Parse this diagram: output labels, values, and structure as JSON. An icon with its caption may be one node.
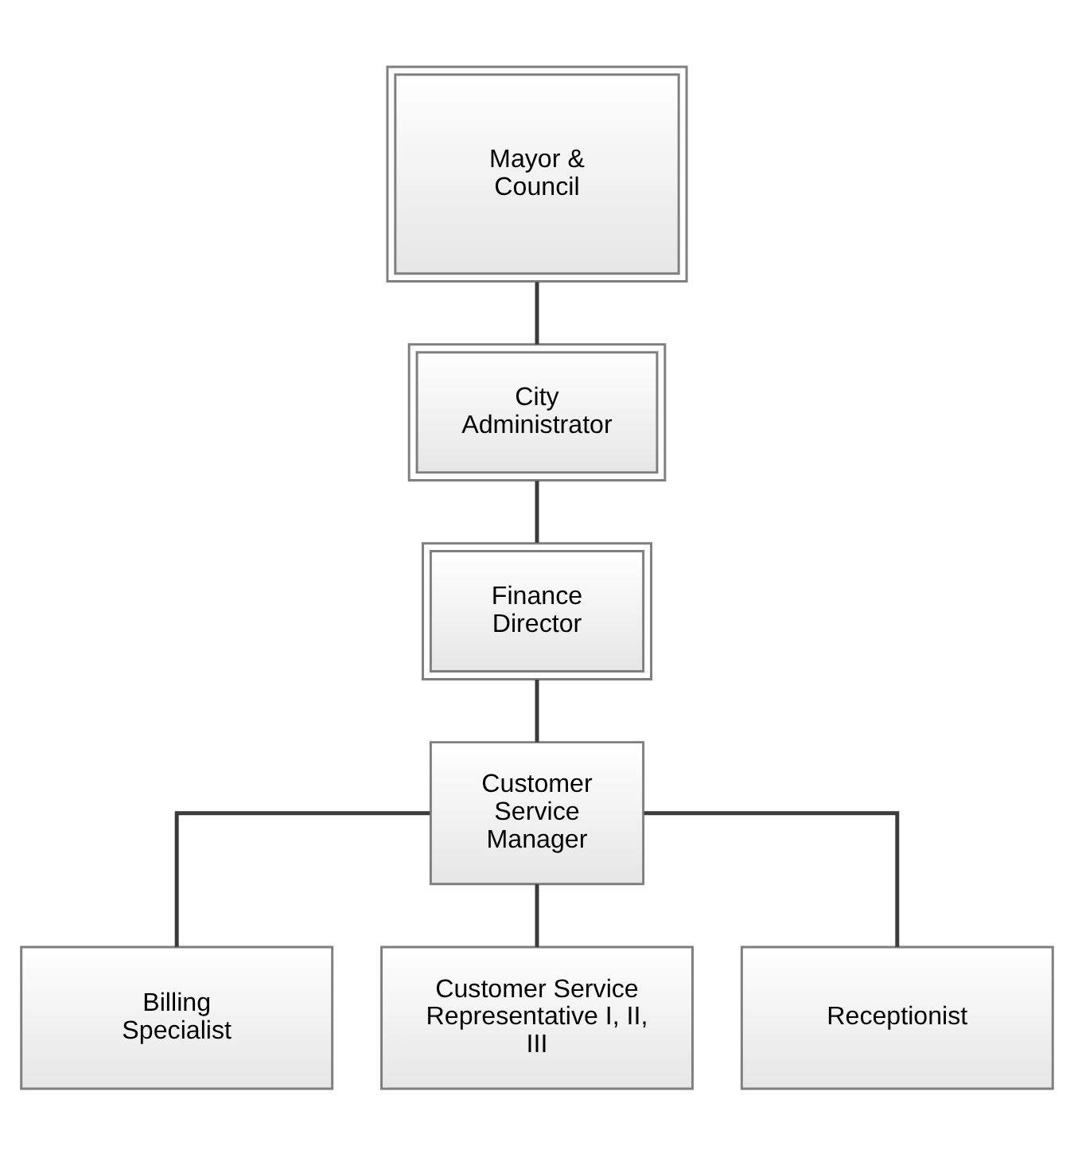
{
  "diagram": {
    "nodes": [
      {
        "text": [
          "Mayor & Council"
        ]
      },
      {
        "text": [
          "City Administrator"
        ]
      },
      {
        "text": [
          "Finance Director"
        ]
      },
      {
        "text": [
          "Customer Service Manager"
        ]
      },
      {
        "text": [
          "Billing Specialist"
        ]
      },
      {
        "text": [
          "Customer Service Representative I, II, III"
        ]
      },
      {
        "text": [
          "Receptionist"
        ]
      }
    ],
    "edges": [
      {
        "from": 0,
        "to": 1,
        "arrow": "none"
      },
      {
        "from": 1,
        "to": 2,
        "arrow": "none"
      },
      {
        "from": 2,
        "to": 3,
        "arrow": "none"
      },
      {
        "from": 3,
        "to": 4,
        "arrow": "none"
      },
      {
        "from": 3,
        "to": 5,
        "arrow": "none"
      },
      {
        "from": 3,
        "to": 6,
        "arrow": "none"
      }
    ]
  }
}
